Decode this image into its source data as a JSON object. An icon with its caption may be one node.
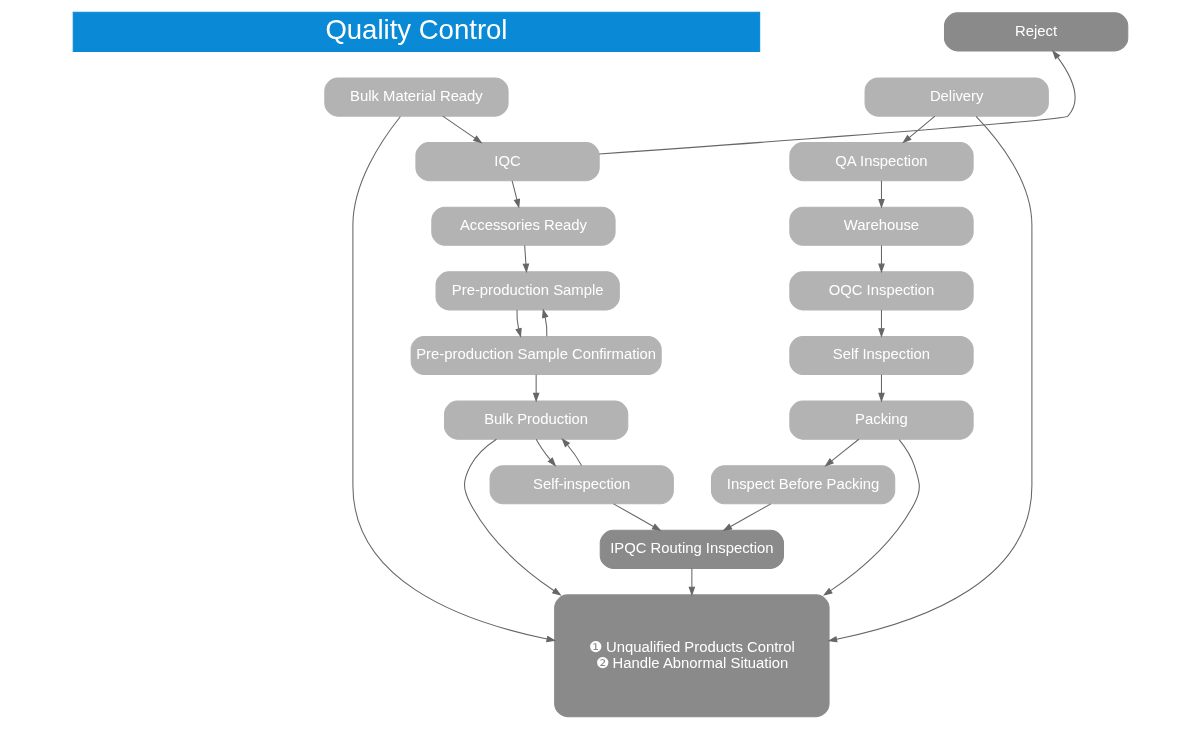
{
  "diagram": {
    "title": "Quality Control",
    "nodes": [
      {
        "text": [
          "Bulk Material Ready"
        ]
      },
      {
        "text": [
          "Reject"
        ]
      },
      {
        "text": [
          "IQC"
        ]
      },
      {
        "text": [
          "Accessories Ready"
        ]
      },
      {
        "text": [
          "Pre-production Sample"
        ]
      },
      {
        "text": [
          "Pre-production Sample Confirmation"
        ]
      },
      {
        "text": [
          "Bulk Production"
        ]
      },
      {
        "text": [
          "Self-inspection"
        ]
      },
      {
        "text": [
          "❶ Unqualified Products Control",
          "❷ Handle Abnormal Situation"
        ]
      },
      {
        "text": [
          "IPQC Routing Inspection"
        ]
      },
      {
        "text": [
          "Delivery"
        ]
      },
      {
        "text": [
          "QA Inspection"
        ]
      },
      {
        "text": [
          "Warehouse"
        ]
      },
      {
        "text": [
          "OQC Inspection"
        ]
      },
      {
        "text": [
          "Self Inspection"
        ]
      },
      {
        "text": [
          "Packing"
        ]
      },
      {
        "text": [
          "Inspect Before Packing"
        ]
      }
    ],
    "edges": [
      {
        "from": 0,
        "to": 2,
        "arrow": "to"
      },
      {
        "from": 0,
        "to": 8,
        "arrow": "to"
      },
      {
        "from": 2,
        "to": 1,
        "arrow": "to"
      },
      {
        "from": 2,
        "to": 3,
        "arrow": "to"
      },
      {
        "from": 3,
        "to": 4,
        "arrow": "to"
      },
      {
        "from": 4,
        "to": 5,
        "arrow": "to"
      },
      {
        "from": 5,
        "to": 4,
        "arrow": "to"
      },
      {
        "from": 5,
        "to": 6,
        "arrow": "to"
      },
      {
        "from": 6,
        "to": 7,
        "arrow": "to"
      },
      {
        "from": 6,
        "to": 8,
        "arrow": "to"
      },
      {
        "from": 7,
        "to": 6,
        "arrow": "to"
      },
      {
        "from": 7,
        "to": 9,
        "arrow": "to"
      },
      {
        "from": 9,
        "to": 8,
        "arrow": "to"
      },
      {
        "from": 10,
        "to": 11,
        "arrow": "to"
      },
      {
        "from": 10,
        "to": 8,
        "arrow": "to"
      },
      {
        "from": 11,
        "to": 12,
        "arrow": "to"
      },
      {
        "from": 12,
        "to": 13,
        "arrow": "to"
      },
      {
        "from": 13,
        "to": 14,
        "arrow": "to"
      },
      {
        "from": 14,
        "to": 15,
        "arrow": "to"
      },
      {
        "from": 15,
        "to": 16,
        "arrow": "to"
      },
      {
        "from": 15,
        "to": 8,
        "arrow": "to"
      },
      {
        "from": 16,
        "to": 9,
        "arrow": "to"
      }
    ]
  }
}
